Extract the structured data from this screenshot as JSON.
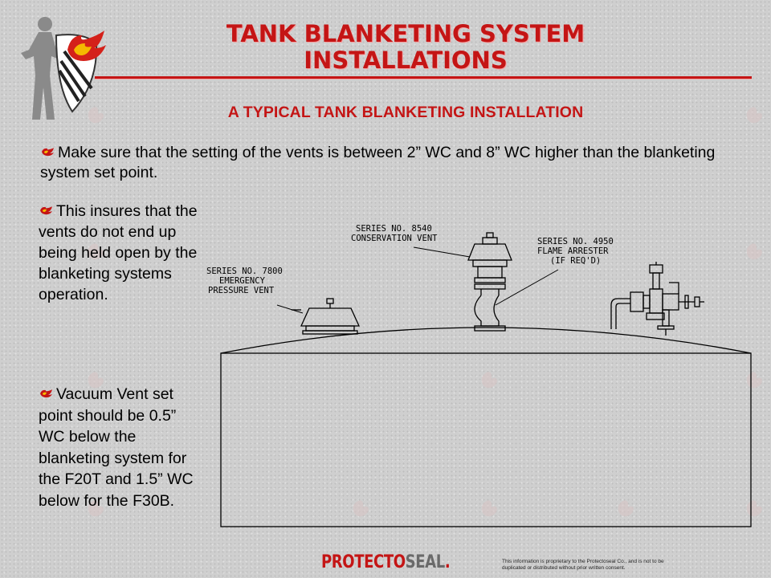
{
  "header": {
    "title_line1": "TANK BLANKETING SYSTEM",
    "title_line2": "INSTALLATIONS",
    "subtitle": "A TYPICAL TANK BLANKETING INSTALLATION"
  },
  "bullets": [
    "Make sure that the setting of the vents is between 2” WC and 8” WC higher than the blanketing system set point.",
    "This insures that the vents do not end up being held open by the blanketing systems operation.",
    "Vacuum Vent set point should be 0.5” WC below the blanketing system for the F20T and 1.5” WC below for the F30B."
  ],
  "diagram": {
    "emergency_vent": [
      "SERIES NO. 7800",
      "EMERGENCY",
      "PRESSURE VENT"
    ],
    "conservation_vent": [
      "SERIES NO. 8540",
      "CONSERVATION VENT"
    ],
    "flame_arrester": [
      "SERIES NO. 4950",
      "FLAME ARRESTER",
      "(IF REQ'D)"
    ]
  },
  "footer": {
    "brand_part1": "PROTECTO",
    "brand_part2": "SEAL",
    "brand_suffix": ".",
    "notice": "This information is proprietary to the Protectoseal Co., and is not to be duplicated or distributed without prior written consent."
  },
  "colors": {
    "accent": "#c41515",
    "background": "#cfcfcf"
  },
  "icons": {
    "logo": "armored-figure-with-flame-shield-icon",
    "bullet": "flame-bullet-icon"
  }
}
